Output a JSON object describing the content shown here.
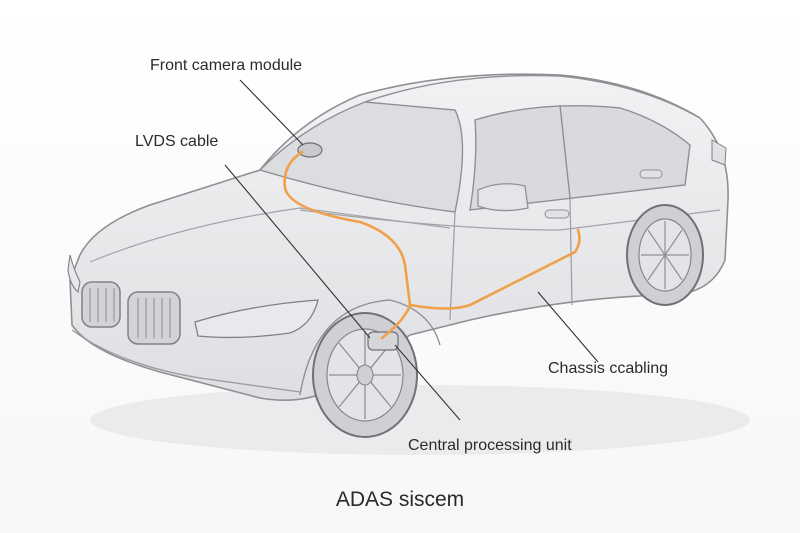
{
  "labels": {
    "front_camera": "Front camera module",
    "lvds": "LVDS cable",
    "chassis": "Chassis ccabling",
    "cpu": "Central processing unit"
  },
  "caption": "ADAS siscem",
  "colors": {
    "cable": "#f0a04a",
    "outline": "#8e9094",
    "body": "#ececee",
    "glass": "#dcdde0",
    "leader": "#333333"
  }
}
